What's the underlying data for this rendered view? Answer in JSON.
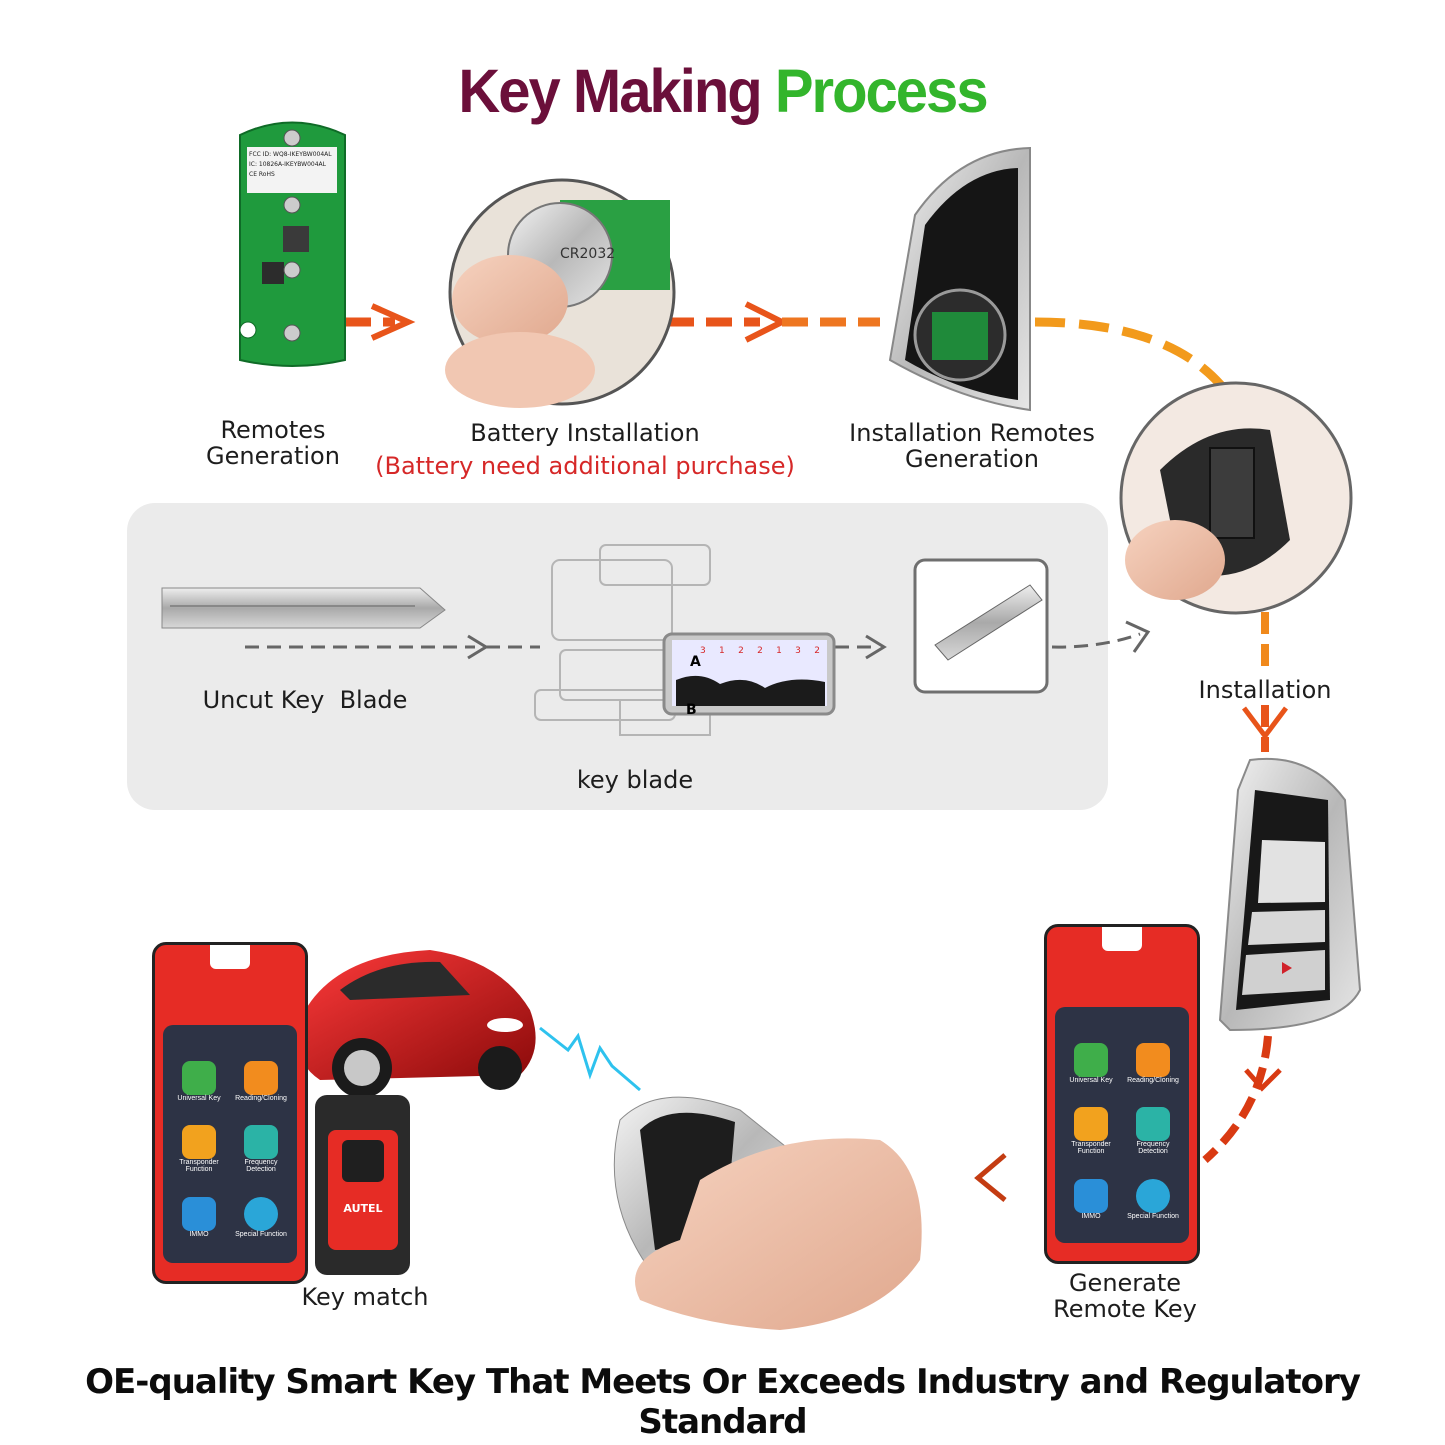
{
  "title": {
    "part1": "Key Making",
    "part2": "Process"
  },
  "colors": {
    "title_part1": "#6b0f3a",
    "title_part2": "#33b52c",
    "arrow": "#e8541a",
    "note_red": "#d62828",
    "screen_red": "#e62c25"
  },
  "steps": {
    "remotes_generation": "Remotes\nGeneration",
    "battery_installation": "Battery Installation",
    "battery_note": "(Battery need additional purchase)",
    "installation_remotes_generation": "Installation Remotes\nGeneration",
    "installation": "Installation",
    "uncut_key_blade": "Uncut Key  Blade",
    "key_blade": "key blade",
    "key_match": "Key match",
    "generate_remote_key": "Generate\nRemote Key"
  },
  "pcb": {
    "label_line1": "FCC ID: WQ8-IKEYBW004AL",
    "label_line2": "IC: 10826A-IKEYBW004AL",
    "label_line3": "CE RoHS"
  },
  "battery_text": "CR2032",
  "cut_chart": {
    "label_a": "A",
    "label_b": "B",
    "numbers": [
      "3",
      "1",
      "2",
      "2",
      "1",
      "3",
      "2"
    ]
  },
  "tablet_apps": [
    {
      "label": "Universal Key",
      "icon": "universal-key-icon",
      "color": "#3fae4a"
    },
    {
      "label": "Reading/Cloning",
      "icon": "reading-cloning-icon",
      "color": "#f28c1e"
    },
    {
      "label": "Transponder Function",
      "icon": "transponder-icon",
      "color": "#f2a21e"
    },
    {
      "label": "Frequency Detection",
      "icon": "frequency-icon",
      "color": "#2bb3a6"
    },
    {
      "label": "IMMO",
      "icon": "immo-icon",
      "color": "#2a8fd8"
    },
    {
      "label": "Special Function",
      "icon": "special-function-icon",
      "color": "#2aa6d8"
    }
  ],
  "dongle_brand": "AUTEL",
  "tagline": "OE-quality Smart Key That Meets Or Exceeds Industry and Regulatory Standard"
}
